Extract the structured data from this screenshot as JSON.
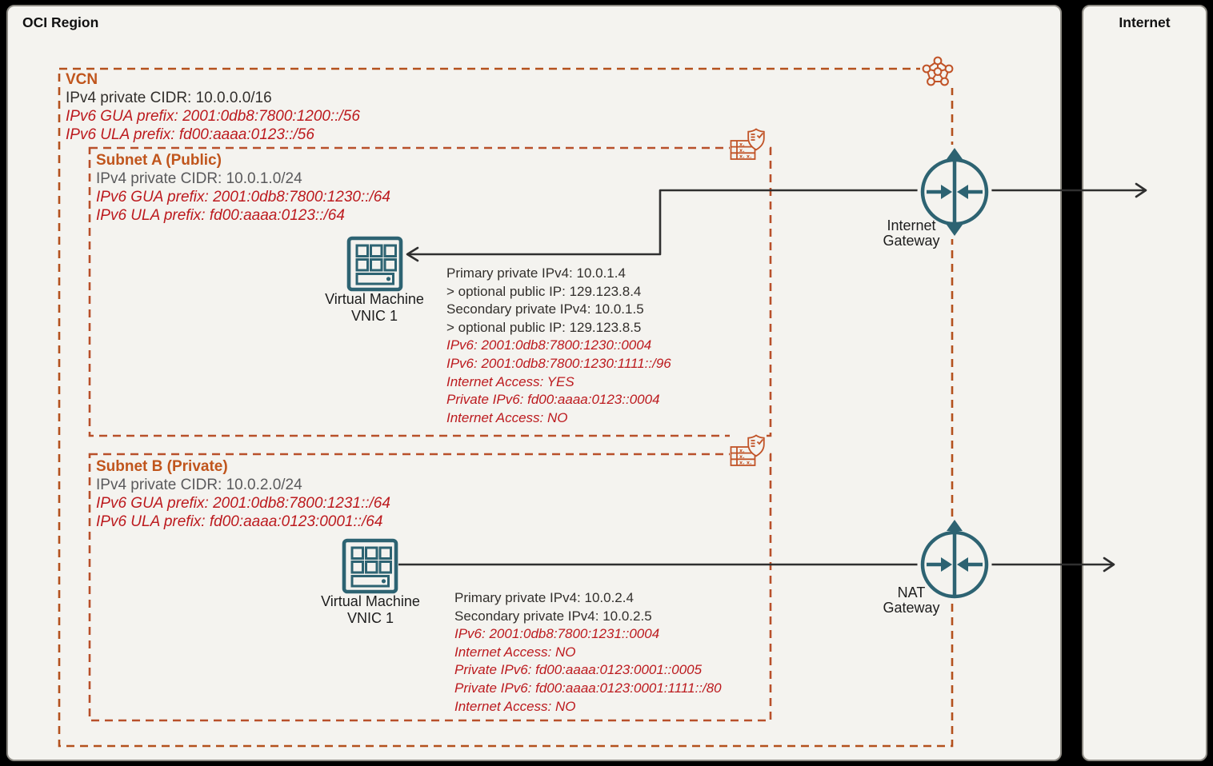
{
  "region": {
    "title": "OCI Region"
  },
  "internet_panel": {
    "title": "Internet"
  },
  "vcn": {
    "title": "VCN",
    "ipv4": "IPv4 private CIDR: 10.0.0.0/16",
    "ipv6_gua": "IPv6 GUA prefix: 2001:0db8:7800:1200::/56",
    "ipv6_ula": "IPv6 ULA prefix: fd00:aaaa:0123::/56"
  },
  "subnet_a": {
    "title": "Subnet A (Public)",
    "ipv4": "IPv4 private CIDR: 10.0.1.0/24",
    "ipv6_gua": "IPv6 GUA prefix: 2001:0db8:7800:1230::/64",
    "ipv6_ula": "IPv6 ULA prefix: fd00:aaaa:0123::/64",
    "vm": {
      "line1": "Virtual Machine",
      "line2": "VNIC 1"
    },
    "details_black": [
      "Primary private IPv4: 10.0.1.4",
      "> optional public IP: 129.123.8.4",
      "Secondary private IPv4: 10.0.1.5",
      "> optional public IP: 129.123.8.5"
    ],
    "details_red": [
      "IPv6: 2001:0db8:7800:1230::0004",
      "IPv6: 2001:0db8:7800:1230:1111::/96",
      "Internet Access: YES",
      "Private IPv6: fd00:aaaa:0123::0004",
      "Internet Access: NO"
    ]
  },
  "subnet_b": {
    "title": "Subnet B (Private)",
    "ipv4": "IPv4 private CIDR: 10.0.2.0/24",
    "ipv6_gua": "IPv6 GUA prefix: 2001:0db8:7800:1231::/64",
    "ipv6_ula": "IPv6 ULA prefix: fd00:aaaa:0123:0001::/64",
    "vm": {
      "line1": "Virtual Machine",
      "line2": "VNIC 1"
    },
    "details_black": [
      "Primary private IPv4: 10.0.2.4",
      "Secondary private IPv4: 10.0.2.5"
    ],
    "details_red": [
      "IPv6: 2001:0db8:7800:1231::0004",
      "Internet Access: NO",
      "Private IPv6: fd00:aaaa:0123:0001::0005",
      "Private IPv6: fd00:aaaa:0123:0001:1111::/80",
      "Internet Access: NO"
    ]
  },
  "gateways": {
    "internet": {
      "line1": "Internet",
      "line2": "Gateway"
    },
    "nat": {
      "line1": "NAT",
      "line2": "Gateway"
    }
  },
  "colors": {
    "panel_bg": "#f4f3ef",
    "dash_orange": "#b4511d",
    "title_orange": "#c0551c",
    "red_text": "#bc1a1e",
    "teal": "#2d6372",
    "wire": "#2f2f2f"
  }
}
